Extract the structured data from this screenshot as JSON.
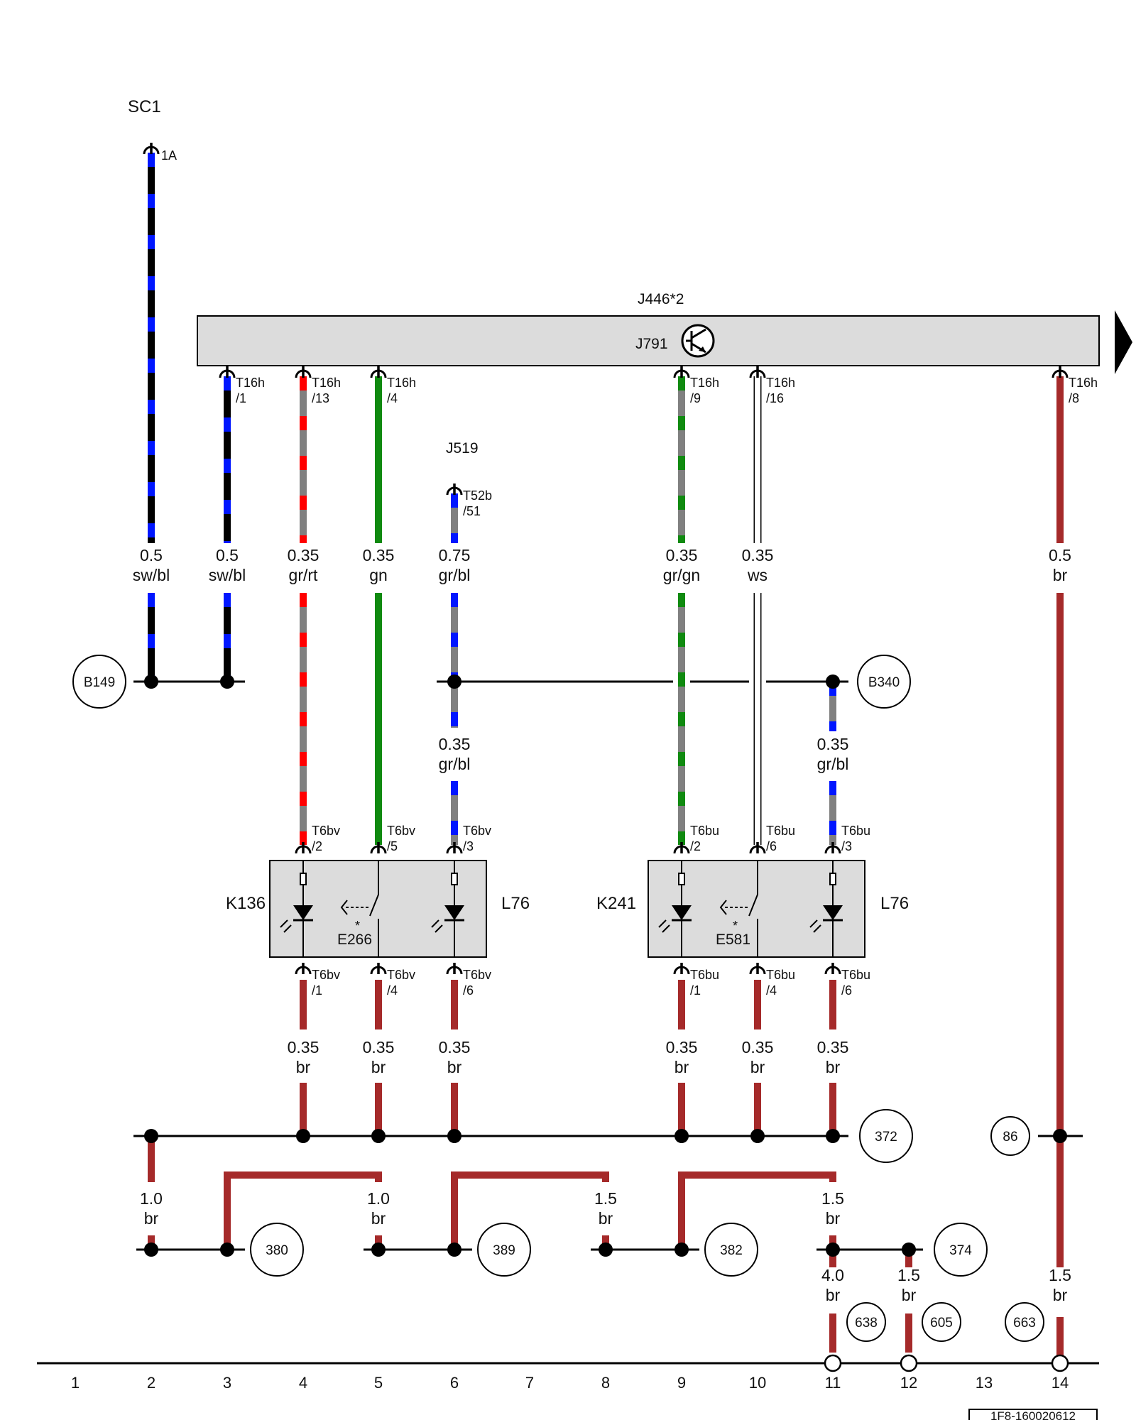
{
  "diagram": {
    "top_labels": {
      "supply": "SC1",
      "control_unit": "J446*2",
      "inner_unit": "J791",
      "gateway": "J519"
    },
    "connector_top": [
      {
        "pin": "1A"
      },
      {
        "conn": "T16h",
        "pin": "/1"
      },
      {
        "conn": "T16h",
        "pin": "/13"
      },
      {
        "conn": "T16h",
        "pin": "/4"
      },
      {
        "conn": "T52b",
        "pin": "/51"
      },
      {
        "conn": "T16h",
        "pin": "/9"
      },
      {
        "conn": "T16h",
        "pin": "/16"
      },
      {
        "conn": "T16h",
        "pin": "/8"
      }
    ],
    "upper_wires": [
      {
        "size": "0.5",
        "color": "sw/bl"
      },
      {
        "size": "0.5",
        "color": "sw/bl"
      },
      {
        "size": "0.35",
        "color": "gr/rt"
      },
      {
        "size": "0.35",
        "color": "gn"
      },
      {
        "size": "0.75",
        "color": "gr/bl"
      },
      {
        "size": "0.35",
        "color": "gr/gn"
      },
      {
        "size": "0.35",
        "color": "ws"
      },
      {
        "size": "0.5",
        "color": "br"
      }
    ],
    "mid_wires": [
      {
        "size": "0.35",
        "color": "gr/bl"
      },
      {
        "size": "0.35",
        "color": "gr/bl"
      }
    ],
    "connector_modules_top": [
      {
        "conn": "T6bv",
        "pin": "/2"
      },
      {
        "conn": "T6bv",
        "pin": "/5"
      },
      {
        "conn": "T6bv",
        "pin": "/3"
      },
      {
        "conn": "T6bu",
        "pin": "/2"
      },
      {
        "conn": "T6bu",
        "pin": "/6"
      },
      {
        "conn": "T6bu",
        "pin": "/3"
      }
    ],
    "connector_modules_bottom": [
      {
        "conn": "T6bv",
        "pin": "/1"
      },
      {
        "conn": "T6bv",
        "pin": "/4"
      },
      {
        "conn": "T6bv",
        "pin": "/6"
      },
      {
        "conn": "T6bu",
        "pin": "/1"
      },
      {
        "conn": "T6bu",
        "pin": "/4"
      },
      {
        "conn": "T6bu",
        "pin": "/6"
      }
    ],
    "module_labels": [
      "K136",
      "L76",
      "E266",
      "K241",
      "L76",
      "E581"
    ],
    "lower_wires": [
      {
        "size": "0.35",
        "color": "br"
      },
      {
        "size": "0.35",
        "color": "br"
      },
      {
        "size": "0.35",
        "color": "br"
      },
      {
        "size": "0.35",
        "color": "br"
      },
      {
        "size": "0.35",
        "color": "br"
      },
      {
        "size": "0.35",
        "color": "br"
      }
    ],
    "ground_wires": [
      {
        "size": "1.0",
        "color": "br"
      },
      {
        "size": "1.0",
        "color": "br"
      },
      {
        "size": "1.5",
        "color": "br"
      },
      {
        "size": "1.5",
        "color": "br"
      },
      {
        "size": "1.5",
        "color": "br"
      },
      {
        "size": "4.0",
        "color": "br"
      },
      {
        "size": "1.5",
        "color": "br"
      }
    ],
    "references": [
      "B149",
      "B340",
      "372",
      "86",
      "380",
      "389",
      "382",
      "374",
      "638",
      "605",
      "663"
    ],
    "asterisk": "*",
    "columns": [
      "1",
      "2",
      "3",
      "4",
      "5",
      "6",
      "7",
      "8",
      "9",
      "10",
      "11",
      "12",
      "13",
      "14"
    ],
    "doc_id": "1F8-160020612",
    "colors": {
      "sw": "#000000",
      "bl": "#0016ff",
      "gr": "#808080",
      "rt": "#ff0000",
      "gn": "#108a10",
      "br": "#a52a2a",
      "ws": "#ffffff",
      "box": "#dcdcdc"
    }
  }
}
